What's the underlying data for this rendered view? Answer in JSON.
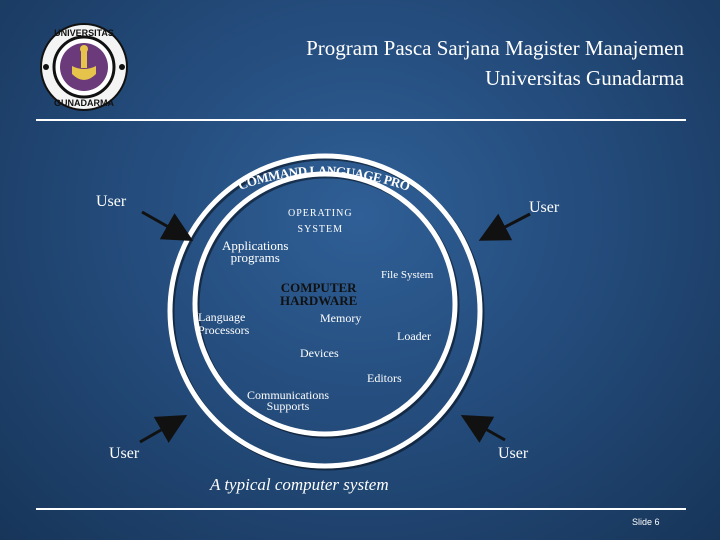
{
  "header": {
    "title_line1": "Program Pasca Sarjana Magister Manajemen",
    "title_line2": "Universitas Gunadarma",
    "logo_text_top": "UNIVERSITAS",
    "logo_text_bottom": "GUNADARMA"
  },
  "diagram": {
    "arc_text": "COMMAND LANGUAGE PROCESSOR",
    "users": {
      "top_left": "User",
      "top_right": "User",
      "bottom_left": "User",
      "bottom_right": "User"
    },
    "operating_system": "OPERATING\nSYSTEM",
    "applications": "Applications\nprograms",
    "file_system": "File System",
    "hardware": "COMPUTER\nHARDWARE",
    "language_processors": "Language\nProcessors",
    "memory": "Memory",
    "loader": "Loader",
    "devices": "Devices",
    "editors": "Editors",
    "communications": "Communications\nSupports",
    "caption": "A typical computer system"
  },
  "footer": {
    "slide_number": "Slide 6"
  },
  "colors": {
    "background": "#244c7c",
    "foreground": "#ffffff",
    "shadow": "#000000"
  }
}
